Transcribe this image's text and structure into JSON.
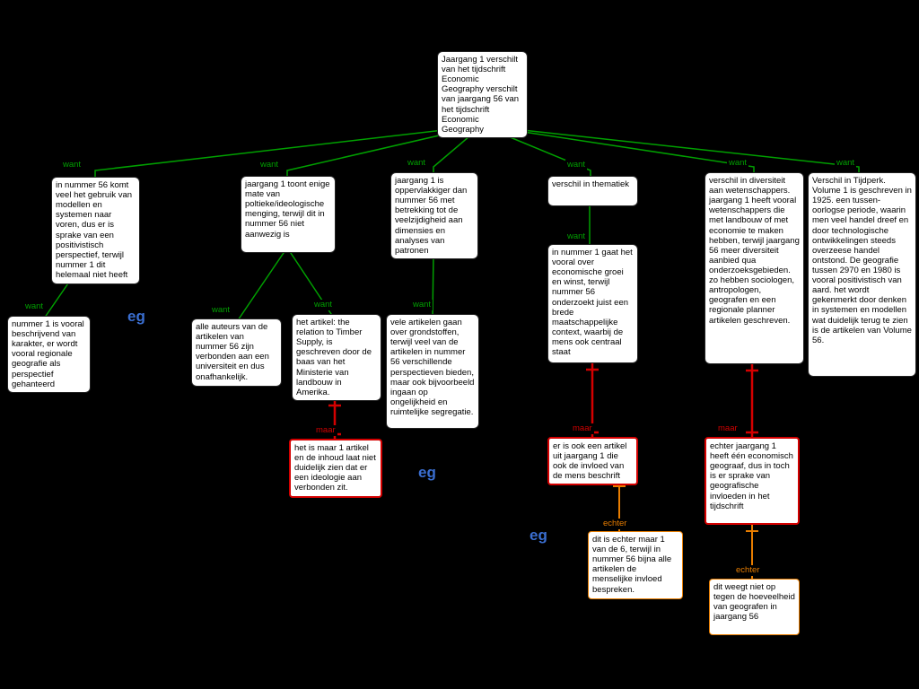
{
  "labels": {
    "want": "want",
    "maar": "maar",
    "echter": "echter",
    "eg": "eg"
  },
  "colors": {
    "canvas_bg": "#000000",
    "node_bg": "#ffffff",
    "node_border": "#222222",
    "want_green": "#00a000",
    "maar_red": "#d40000",
    "echter_orange": "#e87d00",
    "eg_blue": "#3a6ed0"
  },
  "nodes": {
    "root": {
      "text": "Jaargang 1 verschilt van het tijdschrift Economic Geography verschilt van jaargang 56 van het tijdschrift Economic Geography"
    },
    "positivistisch": {
      "text": "in nummer 56 komt veel het gebruik van modellen en systemen naar voren, dus er is sprake van een positivistisch perspectief, terwijl nummer 1 dit helemaal niet heeft"
    },
    "beschrijvend": {
      "text": "nummer 1 is vooral beschrijvend van karakter, er wordt vooral regionale geografie als perspectief gehanteerd"
    },
    "ideologie": {
      "text": "jaargang 1 toont enige mate van poltieke/ideologische menging, terwijl dit in nummer 56 niet aanwezig is"
    },
    "auteurs": {
      "text": "alle auteurs van de artikelen van nummer 56 zijn verbonden aan een universiteit en dus onafhankelijk."
    },
    "timber": {
      "text": "het artikel: the relation to Timber Supply, is geschreven door de baas van het Ministerie van landbouw in Amerika."
    },
    "maar_artikel": {
      "text": "het is maar 1 artikel en de inhoud laat niet duidelijk zien dat er een ideologie aan verbonden zit."
    },
    "oppervlakkig": {
      "text": "jaargang 1 is oppervlakkiger dan nummer 56 met betrekking tot de veelzijdigheid aan dimensies en analyses van patronen"
    },
    "grondstoffen": {
      "text": "vele artikelen gaan over grondstoffen, terwijl veel van de artikelen in nummer 56 verschillende perspectieven bieden, maar ook bijvoorbeeld ingaan op ongelijkheid en ruimtelijke segregatie."
    },
    "thematiek": {
      "text": "verschil in thematiek"
    },
    "groei": {
      "text": "in nummer 1 gaat het vooral over economische groei en winst, terwijl nummer 56 onderzoekt juist een brede maatschappelijke context, waarbij de mens ook centraal staat"
    },
    "maar_mens": {
      "text": "er is ook een artikel uit jaargang 1 die ook de invloed van de mens beschrift"
    },
    "echter_zes": {
      "text": "dit is echter maar 1 van de 6, terwijl in nummer 56 bijna alle artikelen de menselijke invloed bespreken."
    },
    "diversiteit": {
      "text": "verschil in diversiteit aan wetenschappers. jaargang 1 heeft vooral wetenschappers die met landbouw of met economie te maken hebben, terwijl jaargang 56 meer diversiteit aanbied qua onderzoeksgebieden. zo hebben sociologen, antropologen, geografen en een regionale planner artikelen geschreven."
    },
    "maar_geograaf": {
      "text": "echter jaargang 1 heeft één economisch geograaf, dus in toch is er sprake van geografische invloeden in het tijdschrift"
    },
    "echter_geografen": {
      "text": "dit weegt niet op tegen de hoeveelheid van geografen in jaargang 56"
    },
    "tijdperk": {
      "text": "Verschil in Tijdperk. Volume 1 is geschreven in 1925. een tussen-oorlogse periode, waarin men veel handel dreef en door technologische ontwikkelingen steeds overzeese handel ontstond. De geografie tussen 2970 en 1980 is vooral positivistisch van aard. het wordt gekenmerkt door denken in systemen en modellen wat duidelijk terug te zien is de artikelen van Volume 56."
    }
  }
}
